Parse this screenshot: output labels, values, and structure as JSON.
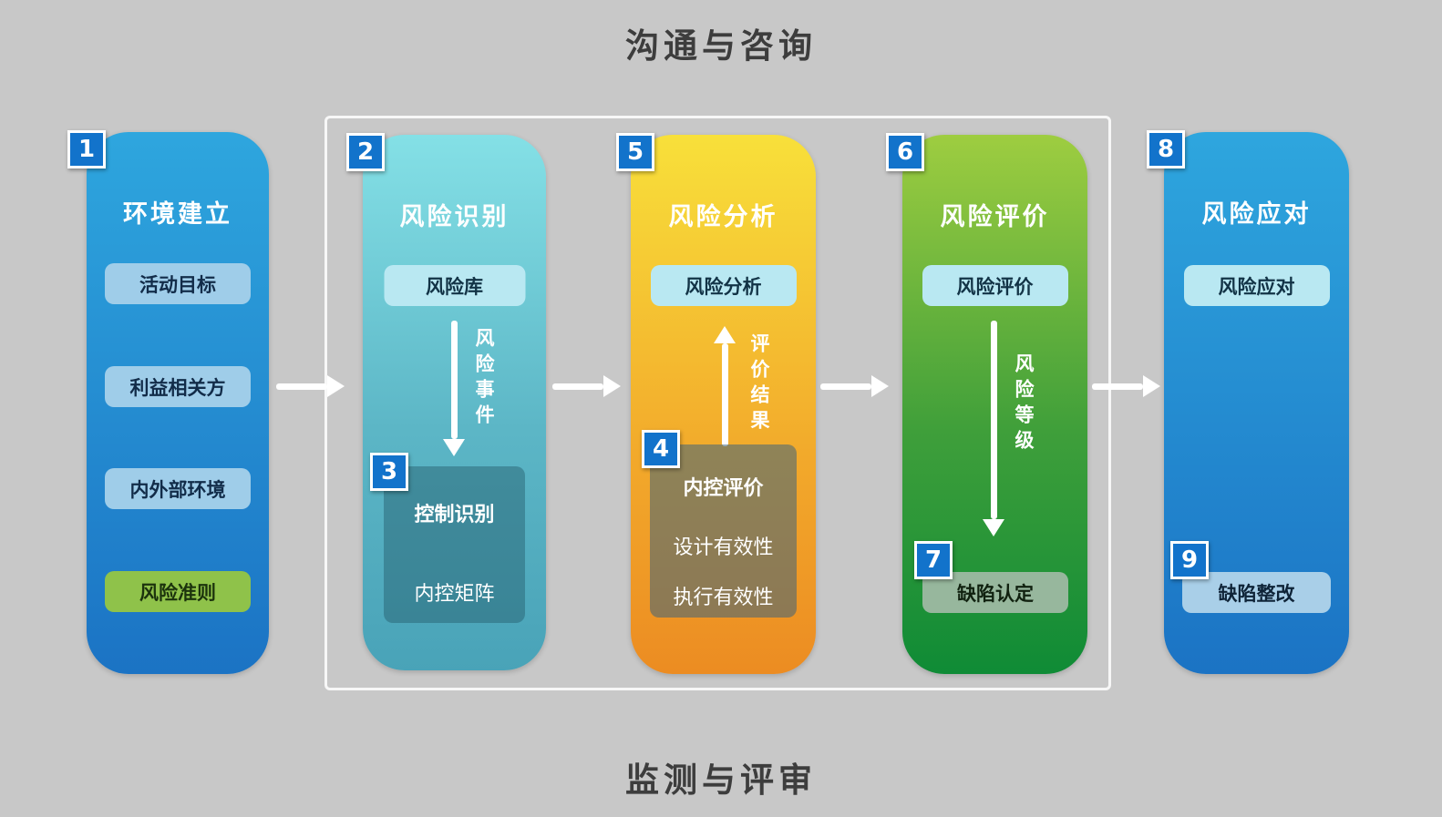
{
  "top_banner": "沟通与咨询",
  "bottom_banner": "监测与评审",
  "columns": [
    {
      "badge": "1",
      "title": "环境建立",
      "items": [
        {
          "label": "活动目标"
        },
        {
          "label": "利益相关方"
        },
        {
          "label": "内外部环境"
        },
        {
          "label": "风险准则"
        }
      ]
    },
    {
      "badge": "2",
      "title": "风险识别",
      "top_box": "风险库",
      "arrow_label": "风险事件",
      "inner": {
        "badge": "3",
        "title": "控制识别",
        "line": "内控矩阵"
      }
    },
    {
      "badge": "5",
      "title": "风险分析",
      "top_box": "风险分析",
      "arrow_label": "评价结果",
      "inner": {
        "badge": "4",
        "title": "内控评价",
        "line1": "设计有效性",
        "line2": "执行有效性"
      }
    },
    {
      "badge": "6",
      "title": "风险评价",
      "top_box": "风险评价",
      "arrow_label": "风险等级",
      "bottom_box": {
        "badge": "7",
        "label": "缺陷认定"
      }
    },
    {
      "badge": "8",
      "title": "风险应对",
      "top_box": "风险应对",
      "bottom_box": {
        "badge": "9",
        "label": "缺陷整改"
      }
    }
  ],
  "colors": {
    "background": "#c8c8c8",
    "badge_blue": "#1273cb",
    "column_blue_top": "#2ea6de",
    "column_blue_bottom": "#1b73c4",
    "column_teal_top": "#84e0e6",
    "column_teal_bottom": "#49a3b8",
    "column_yellow_top": "#f8e03a",
    "column_orange_bottom": "#ec8c22",
    "column_green_top": "#9ecd40",
    "column_green_bottom": "#0f8b36",
    "pill_light_blue": "#9fcde9",
    "pill_green": "#8fc24a",
    "pill_cyan": "#b9e8f2",
    "pill_sage": "#97b79d",
    "pill_steel": "#a9cfe8",
    "arrow_white": "#ffffff"
  }
}
